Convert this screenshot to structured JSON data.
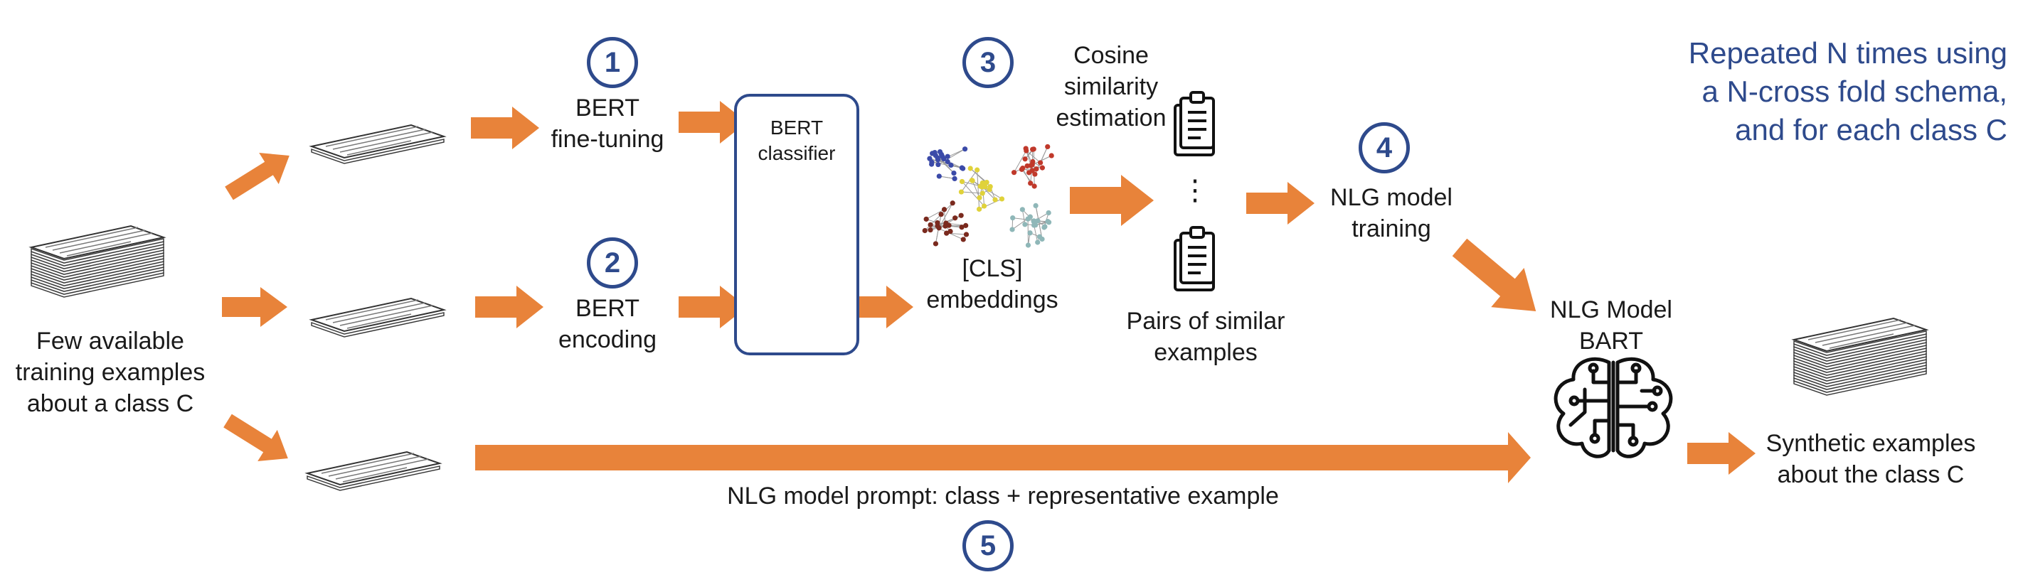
{
  "header": {
    "repeat_lines": [
      "Repeated N times using",
      "a N-cross fold schema,",
      "and for each class C"
    ]
  },
  "steps": {
    "s1": "1",
    "s2": "2",
    "s3": "3",
    "s4": "4",
    "s5": "5"
  },
  "labels": {
    "input": [
      "Few available",
      "training examples",
      "about a class C"
    ],
    "finetune": [
      "BERT",
      "fine-tuning"
    ],
    "encoding": [
      "BERT",
      "encoding"
    ],
    "classifier": [
      "BERT",
      "classifier"
    ],
    "cls": [
      "[CLS]",
      "embeddings"
    ],
    "cosine": [
      "Cosine",
      "similarity",
      "estimation"
    ],
    "pairs": [
      "Pairs of similar",
      "examples"
    ],
    "ellipsis": "⋮",
    "nlg_training": [
      "NLG model",
      "training"
    ],
    "nlg_model": [
      "NLG Model",
      "BART"
    ],
    "output": [
      "Synthetic examples",
      "about the class C"
    ],
    "prompt": "NLG model prompt: class + representative example"
  },
  "colors": {
    "accent": "#2e4a8c",
    "arrow": "#e8833a"
  },
  "icons": [
    "document-stack-icon",
    "paper-sheet-icon",
    "bert-face-icon",
    "cluster-graph-icon",
    "clipboard-document-icon",
    "brain-circuit-icon"
  ]
}
